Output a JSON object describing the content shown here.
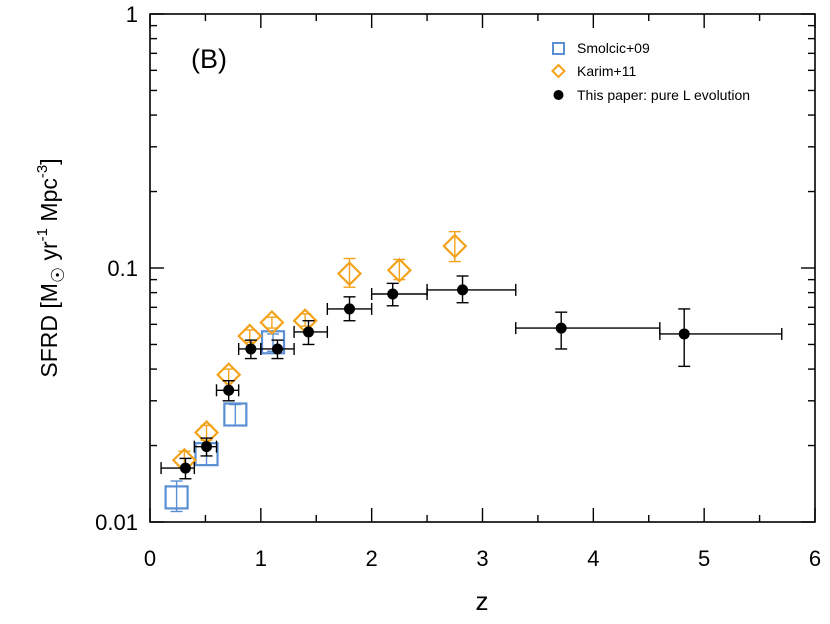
{
  "chart_data": {
    "type": "scatter",
    "panel_label": "(B)",
    "xlabel": "z",
    "ylabel_parts": {
      "pre": "SFRD [M",
      "sun_symbol": "☉",
      "mid1": " yr",
      "exp1": "-1",
      "mid2": " Mpc",
      "exp2": "-3",
      "post": "]"
    },
    "xlim": [
      0,
      6
    ],
    "ylim": [
      0.01,
      1
    ],
    "yscale": "log",
    "x_ticks": [
      {
        "value": 0,
        "label": "0"
      },
      {
        "value": 1,
        "label": "1"
      },
      {
        "value": 2,
        "label": "2"
      },
      {
        "value": 3,
        "label": "3"
      },
      {
        "value": 4,
        "label": "4"
      },
      {
        "value": 5,
        "label": "5"
      },
      {
        "value": 6,
        "label": "6"
      }
    ],
    "y_ticks": [
      {
        "value": 0.01,
        "label": "0.01"
      },
      {
        "value": 0.1,
        "label": "0.1"
      },
      {
        "value": 1,
        "label": "1"
      }
    ],
    "legend_position": "top-right",
    "series": [
      {
        "name": "Smolcic+09",
        "marker": "square",
        "color": "#5b8fd4",
        "points": [
          {
            "x": 0.24,
            "y": 0.0125,
            "ylo": 0.011,
            "yhi": 0.0145
          },
          {
            "x": 0.51,
            "y": 0.0185,
            "ylo": 0.0168,
            "yhi": 0.0205
          },
          {
            "x": 0.77,
            "y": 0.0265,
            "ylo": 0.024,
            "yhi": 0.029
          },
          {
            "x": 1.11,
            "y": 0.051,
            "ylo": 0.047,
            "yhi": 0.055
          }
        ]
      },
      {
        "name": "Karim+11",
        "marker": "diamond",
        "color": "#f5a21b",
        "points": [
          {
            "x": 0.31,
            "y": 0.0175,
            "ylo": 0.0165,
            "yhi": 0.019
          },
          {
            "x": 0.51,
            "y": 0.0225,
            "ylo": 0.021,
            "yhi": 0.024
          },
          {
            "x": 0.71,
            "y": 0.038,
            "ylo": 0.036,
            "yhi": 0.04
          },
          {
            "x": 0.9,
            "y": 0.054,
            "ylo": 0.051,
            "yhi": 0.057
          },
          {
            "x": 1.1,
            "y": 0.061,
            "ylo": 0.058,
            "yhi": 0.064
          },
          {
            "x": 1.4,
            "y": 0.062,
            "ylo": 0.059,
            "yhi": 0.066
          },
          {
            "x": 1.8,
            "y": 0.095,
            "ylo": 0.084,
            "yhi": 0.109
          },
          {
            "x": 2.25,
            "y": 0.098,
            "ylo": 0.09,
            "yhi": 0.108
          },
          {
            "x": 2.75,
            "y": 0.122,
            "ylo": 0.106,
            "yhi": 0.139
          }
        ]
      },
      {
        "name": "This paper: pure L evolution",
        "marker": "circle",
        "color": "#000000",
        "points": [
          {
            "x": 0.32,
            "y": 0.0163,
            "xlo": 0.1,
            "xhi": 0.4,
            "ylo": 0.0148,
            "yhi": 0.0178
          },
          {
            "x": 0.51,
            "y": 0.0198,
            "xlo": 0.4,
            "xhi": 0.6,
            "ylo": 0.0182,
            "yhi": 0.0214
          },
          {
            "x": 0.71,
            "y": 0.033,
            "xlo": 0.6,
            "xhi": 0.8,
            "ylo": 0.03,
            "yhi": 0.036
          },
          {
            "x": 0.91,
            "y": 0.048,
            "xlo": 0.8,
            "xhi": 1.0,
            "ylo": 0.044,
            "yhi": 0.052
          },
          {
            "x": 1.15,
            "y": 0.048,
            "xlo": 1.0,
            "xhi": 1.3,
            "ylo": 0.044,
            "yhi": 0.052
          },
          {
            "x": 1.43,
            "y": 0.056,
            "xlo": 1.3,
            "xhi": 1.6,
            "ylo": 0.05,
            "yhi": 0.062
          },
          {
            "x": 1.8,
            "y": 0.069,
            "xlo": 1.6,
            "xhi": 2.0,
            "ylo": 0.062,
            "yhi": 0.077
          },
          {
            "x": 2.19,
            "y": 0.079,
            "xlo": 2.0,
            "xhi": 2.5,
            "ylo": 0.071,
            "yhi": 0.087
          },
          {
            "x": 2.82,
            "y": 0.082,
            "xlo": 2.5,
            "xhi": 3.3,
            "ylo": 0.073,
            "yhi": 0.093
          },
          {
            "x": 3.71,
            "y": 0.058,
            "xlo": 3.3,
            "xhi": 4.6,
            "ylo": 0.048,
            "yhi": 0.067
          },
          {
            "x": 4.82,
            "y": 0.055,
            "xlo": 4.6,
            "xhi": 5.7,
            "ylo": 0.041,
            "yhi": 0.069
          }
        ]
      }
    ]
  }
}
